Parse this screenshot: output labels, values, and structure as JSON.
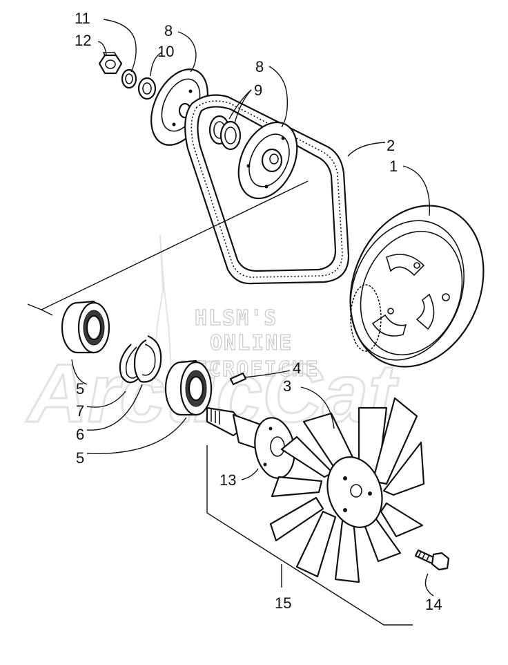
{
  "watermark": {
    "line1": "HLSM'S",
    "line2": "ONLINE",
    "line3": "MICROFICHE",
    "brand": "ArcticCat"
  },
  "callouts": [
    {
      "id": "11",
      "text": "11"
    },
    {
      "id": "12",
      "text": "12"
    },
    {
      "id": "8a",
      "text": "8"
    },
    {
      "id": "10",
      "text": "10"
    },
    {
      "id": "8b",
      "text": "8"
    },
    {
      "id": "9",
      "text": "9"
    },
    {
      "id": "2",
      "text": "2"
    },
    {
      "id": "1",
      "text": "1"
    },
    {
      "id": "4",
      "text": "4"
    },
    {
      "id": "3",
      "text": "3"
    },
    {
      "id": "5a",
      "text": "5"
    },
    {
      "id": "7",
      "text": "7"
    },
    {
      "id": "6",
      "text": "6"
    },
    {
      "id": "5b",
      "text": "5"
    },
    {
      "id": "13",
      "text": "13"
    },
    {
      "id": "15",
      "text": "15"
    },
    {
      "id": "14",
      "text": "14"
    }
  ]
}
